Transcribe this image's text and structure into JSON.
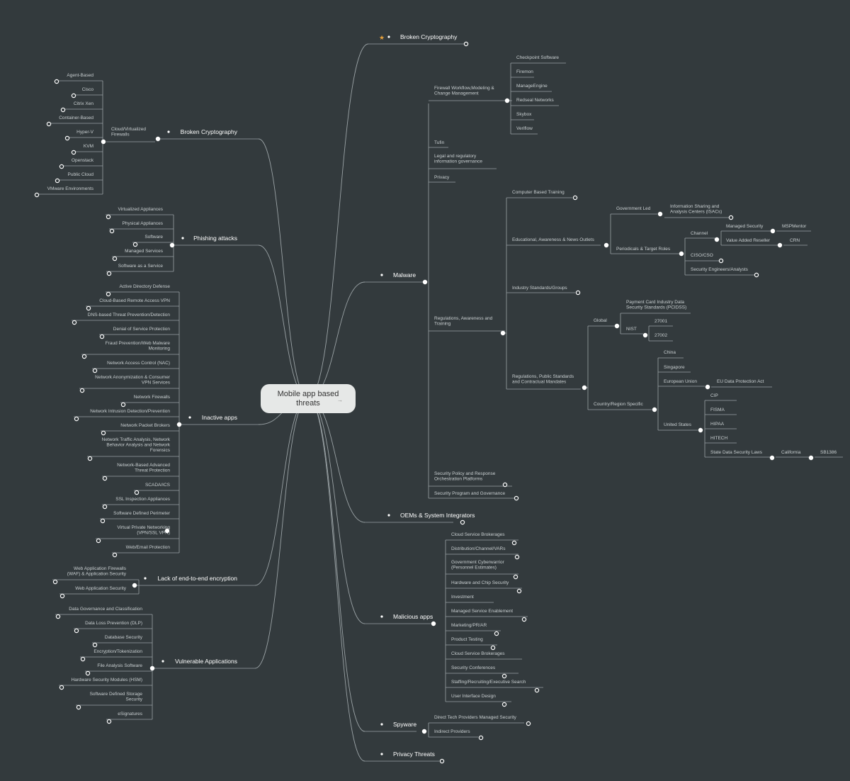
{
  "root": {
    "title": "Mobile app based\nthreats",
    "arrow_icon": "link-arrow-icon"
  },
  "colors": {
    "background": "#333a3d",
    "line": "#9aa2a5",
    "text": "#c9cfd1",
    "main_text": "#ffffff",
    "star": "#e8a13b",
    "root_bg": "#e6e8e7"
  },
  "right": [
    {
      "name": "broken-cryptography-right",
      "label": "Broken Cryptography",
      "star": true,
      "children": []
    },
    {
      "name": "malware",
      "label": "Malware",
      "children": [
        {
          "label": "Firewall Workflow,Modeling &\nChange Management",
          "children": [
            {
              "label": "Checkpoint Software"
            },
            {
              "label": "Firemon"
            },
            {
              "label": "ManageEngine"
            },
            {
              "label": "Redseal Networks"
            },
            {
              "label": "Skybox"
            },
            {
              "label": "Veriflow"
            }
          ]
        },
        {
          "label": "Tufin"
        },
        {
          "label": "Legal and regulatory\ninformation governance"
        },
        {
          "label": "Privacy"
        },
        {
          "label": "Regulations, Awareness and\nTraining",
          "children": [
            {
              "label": "Computer Based Training"
            },
            {
              "label": "Educational, Awareness & News Outlets",
              "children": [
                {
                  "label": "Government Led",
                  "children": [
                    {
                      "label": "Information Sharing and\nAnalysis Centers (ISACs)"
                    }
                  ]
                },
                {
                  "label": "Periodicals & Target Roles",
                  "children": [
                    {
                      "label": "Channel",
                      "children": [
                        {
                          "label": "Managed Security",
                          "children": [
                            {
                              "label": "MSPMentor"
                            }
                          ]
                        },
                        {
                          "label": "Value Added Reseller",
                          "children": [
                            {
                              "label": "CRN"
                            }
                          ]
                        }
                      ]
                    },
                    {
                      "label": "CISO/CSO"
                    },
                    {
                      "label": "Security Engineers/Analysts"
                    }
                  ]
                }
              ]
            },
            {
              "label": "Industry Standards/Groups"
            },
            {
              "label": "Regulations, Public Standards\nand Contractual Mandates",
              "children": [
                {
                  "label": "Global",
                  "children": [
                    {
                      "label": "Payment Card Industry Data\nSecurity Standards (PCIDSS)"
                    },
                    {
                      "label": "NIST",
                      "children": [
                        {
                          "label": "27001"
                        },
                        {
                          "label": "27002"
                        }
                      ]
                    }
                  ]
                },
                {
                  "label": "Country/Region Specific",
                  "children": [
                    {
                      "label": "China"
                    },
                    {
                      "label": "Singapore"
                    },
                    {
                      "label": "European Union",
                      "children": [
                        {
                          "label": "EU Data Protection Act"
                        }
                      ]
                    },
                    {
                      "label": "United States",
                      "children": [
                        {
                          "label": "CIP"
                        },
                        {
                          "label": "FISMA"
                        },
                        {
                          "label": "HIPAA"
                        },
                        {
                          "label": "HITECH"
                        },
                        {
                          "label": "State Data Security Laws",
                          "children": [
                            {
                              "label": "California",
                              "children": [
                                {
                                  "label": "SB1386"
                                }
                              ]
                            }
                          ]
                        }
                      ]
                    }
                  ]
                }
              ]
            }
          ]
        },
        {
          "label": "Security Policy and Response\nOrchestration Platforms"
        },
        {
          "label": "Security Program and Governance"
        }
      ]
    },
    {
      "name": "oems",
      "label": "OEMs & System Integrators",
      "children": []
    },
    {
      "name": "malicious-apps",
      "label": "Malicious apps",
      "children": [
        {
          "label": "Cloud Service Brokerages"
        },
        {
          "label": "Distribution/Channel/VARs"
        },
        {
          "label": "Government Cyberwarrior\n(Personnel Estimates)"
        },
        {
          "label": "Hardware and Chip Security"
        },
        {
          "label": "Investment"
        },
        {
          "label": "Managed Service Enablement"
        },
        {
          "label": "Marketing/PR/AR"
        },
        {
          "label": "Product Testing"
        },
        {
          "label": "Cloud Service Brokerages"
        },
        {
          "label": "Security Conferences"
        },
        {
          "label": "Staffing/Recruiting/Executive Search"
        },
        {
          "label": "User Interface Design"
        }
      ]
    },
    {
      "name": "spyware",
      "label": "Spyware",
      "children": [
        {
          "label": "Direct Tech Providers Managed Security"
        },
        {
          "label": "Indirect Providers"
        }
      ]
    },
    {
      "name": "privacy-threats",
      "label": "Privacy Threats",
      "children": []
    }
  ],
  "left": [
    {
      "name": "broken-cryptography-left",
      "label": "Broken Cryptography",
      "children": [
        {
          "label": "Cloud/Virtualized\nFirewalls",
          "children": [
            {
              "label": "Agent-Based"
            },
            {
              "label": "Cisco"
            },
            {
              "label": "Citrix Xen"
            },
            {
              "label": "Container-Based"
            },
            {
              "label": "Hyper-V"
            },
            {
              "label": "KVM"
            },
            {
              "label": "Openstack"
            },
            {
              "label": "Public Cloud"
            },
            {
              "label": "VMware Environments"
            }
          ]
        }
      ]
    },
    {
      "name": "phishing-attacks",
      "label": "Phishing attacks",
      "children": [
        {
          "label": "Virtualized Appliances"
        },
        {
          "label": "Physical Appliances"
        },
        {
          "label": "Software"
        },
        {
          "label": "Managed Services"
        },
        {
          "label": "Software as a Service"
        }
      ]
    },
    {
      "name": "inactive-apps",
      "label": "Inactive apps",
      "children": [
        {
          "label": "Active Directory Defense"
        },
        {
          "label": "Cloud-Based Remote Access VPN"
        },
        {
          "label": "DNS-based Threat Prevention/Detection"
        },
        {
          "label": "Denial of Service Protection"
        },
        {
          "label": "Fraud Prevention/Web Malware\nMonitoring"
        },
        {
          "label": "Network Access Control (NAC)"
        },
        {
          "label": "Network Anonymization & Consumer\nVPN Services"
        },
        {
          "label": "Network Firewalls"
        },
        {
          "label": "Network Intrusion Detection/Prevention"
        },
        {
          "label": "Network Packet Brokers"
        },
        {
          "label": "Network Traffic Analysis, Network\nBehavior Analysis and Network\nForensics"
        },
        {
          "label": "Network-Based Advanced\nThreat Protection"
        },
        {
          "label": "SCADA/ICS"
        },
        {
          "label": "SSL Inspection Appliances"
        },
        {
          "label": "Software Defined Perimeter"
        },
        {
          "label": "Virtual Private Networking\n(VPN/SSL VPN)"
        },
        {
          "label": "Web/Email Protection"
        }
      ]
    },
    {
      "name": "lack-e2e",
      "label": "Lack of end-to-end encryption",
      "children": [
        {
          "label": "Web Application Firewalls\n(WAF) & Application Security"
        },
        {
          "label": "Web Application Security"
        }
      ]
    },
    {
      "name": "vulnerable-apps",
      "label": "Vulnerable Applications",
      "children": [
        {
          "label": "Data Governance and Classification"
        },
        {
          "label": "Data Loss Prevention (DLP)"
        },
        {
          "label": "Database Security"
        },
        {
          "label": "Encryption/Tokenization"
        },
        {
          "label": "File Analysis Software"
        },
        {
          "label": "Hardware Security Modules (HSM)"
        },
        {
          "label": "Software Defined Storage\nSecurity"
        },
        {
          "label": "eSignatures"
        }
      ]
    }
  ]
}
